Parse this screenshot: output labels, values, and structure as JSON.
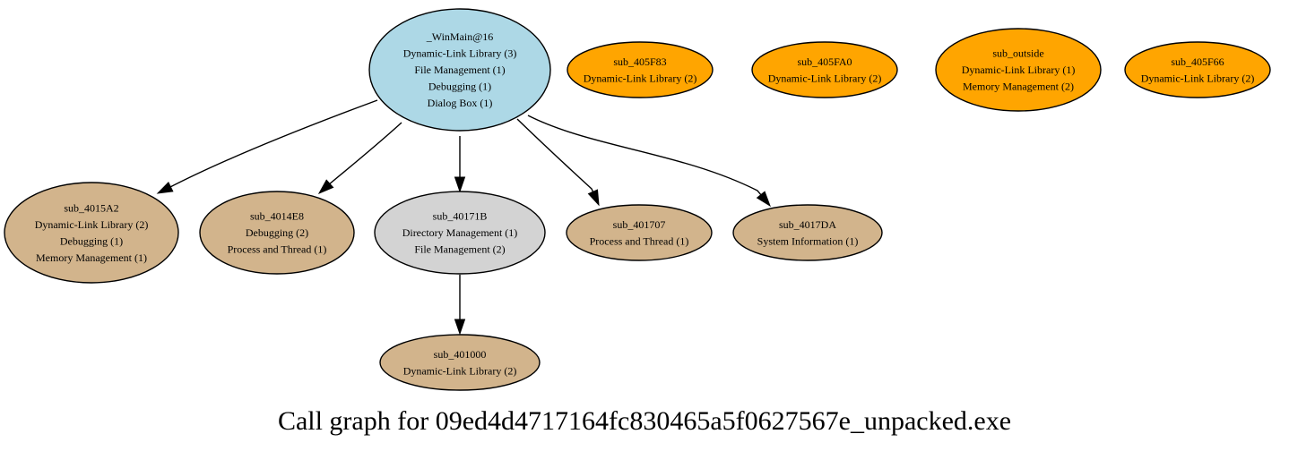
{
  "caption": "Call graph for 09ed4d4717164fc830465a5f0627567e_unpacked.exe",
  "colors": {
    "root": "#add8e6",
    "isolated": "#ffa500",
    "leaf": "#d2b48c",
    "intermediate": "#d3d3d3"
  },
  "nodes": [
    {
      "id": "winmain",
      "title": "_WinMain@16",
      "apis": [
        "Dynamic-Link Library (3)",
        "File Management (1)",
        "Debugging (1)",
        "Dialog Box (1)"
      ],
      "color": "root"
    },
    {
      "id": "sub_405F83",
      "title": "sub_405F83",
      "apis": [
        "Dynamic-Link Library (2)"
      ],
      "color": "isolated"
    },
    {
      "id": "sub_405FA0",
      "title": "sub_405FA0",
      "apis": [
        "Dynamic-Link Library (2)"
      ],
      "color": "isolated"
    },
    {
      "id": "sub_outside",
      "title": "sub_outside",
      "apis": [
        "Dynamic-Link Library (1)",
        "Memory Management (2)"
      ],
      "color": "isolated"
    },
    {
      "id": "sub_405F66",
      "title": "sub_405F66",
      "apis": [
        "Dynamic-Link Library (2)"
      ],
      "color": "isolated"
    },
    {
      "id": "sub_4015A2",
      "title": "sub_4015A2",
      "apis": [
        "Dynamic-Link Library (2)",
        "Debugging (1)",
        "Memory Management (1)"
      ],
      "color": "leaf"
    },
    {
      "id": "sub_4014E8",
      "title": "sub_4014E8",
      "apis": [
        "Debugging (2)",
        "Process and Thread (1)"
      ],
      "color": "leaf"
    },
    {
      "id": "sub_40171B",
      "title": "sub_40171B",
      "apis": [
        "Directory Management (1)",
        "File Management (2)"
      ],
      "color": "intermediate"
    },
    {
      "id": "sub_401707",
      "title": "sub_401707",
      "apis": [
        "Process and Thread (1)"
      ],
      "color": "leaf"
    },
    {
      "id": "sub_4017DA",
      "title": "sub_4017DA",
      "apis": [
        "System Information (1)"
      ],
      "color": "leaf"
    },
    {
      "id": "sub_401000",
      "title": "sub_401000",
      "apis": [
        "Dynamic-Link Library (2)"
      ],
      "color": "leaf"
    }
  ],
  "edges": [
    {
      "from": "winmain",
      "to": "sub_4015A2"
    },
    {
      "from": "winmain",
      "to": "sub_4014E8"
    },
    {
      "from": "winmain",
      "to": "sub_40171B"
    },
    {
      "from": "winmain",
      "to": "sub_401707"
    },
    {
      "from": "winmain",
      "to": "sub_4017DA"
    },
    {
      "from": "sub_40171B",
      "to": "sub_401000"
    }
  ]
}
